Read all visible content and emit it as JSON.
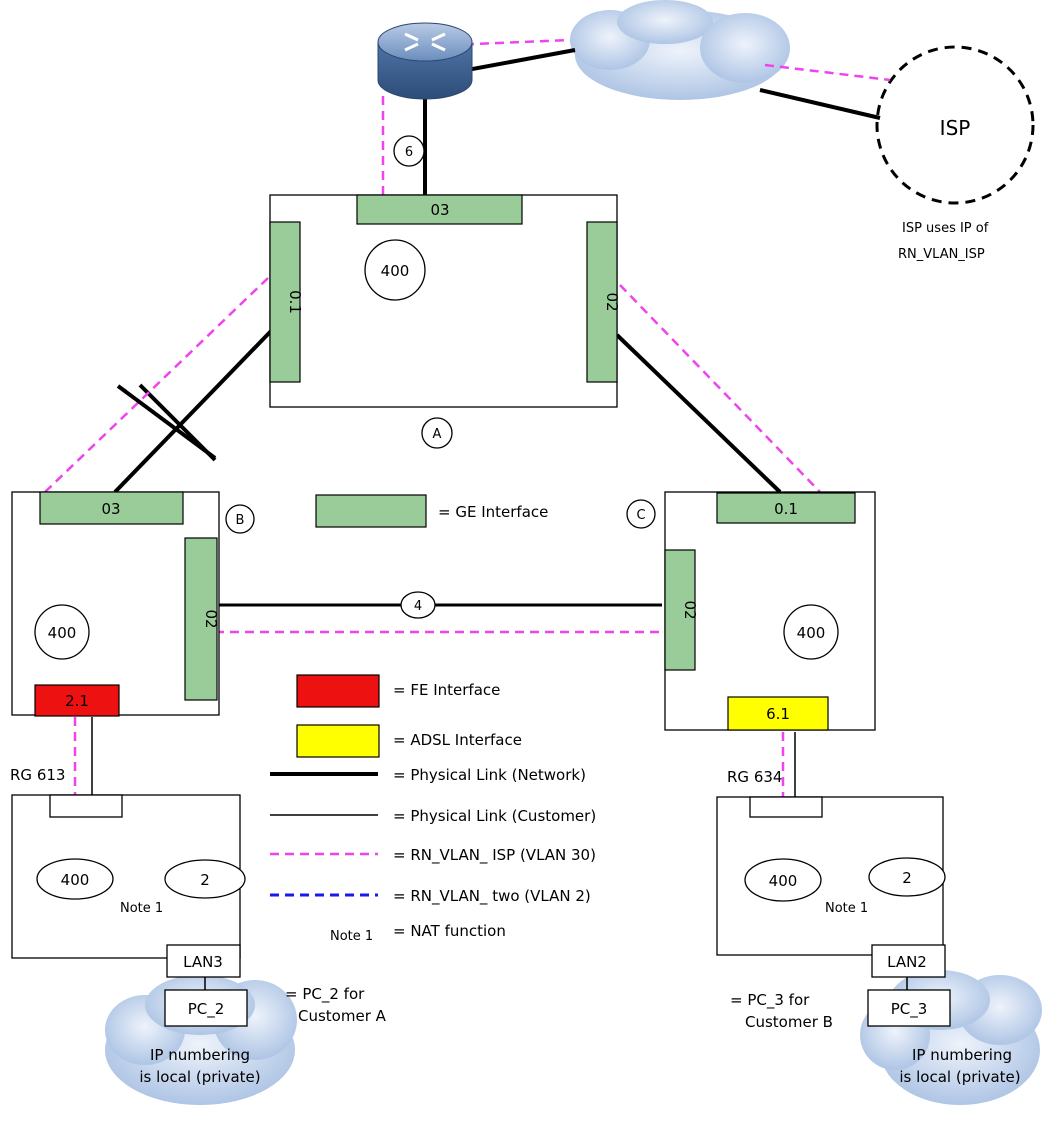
{
  "isp": {
    "label": "ISP",
    "note_line1": "ISP uses IP of",
    "note_line2": "RN_VLAN_ISP"
  },
  "node_a": {
    "label": "A",
    "ports": {
      "top": "03",
      "left": "0.1",
      "right": "02"
    },
    "vlan": "400",
    "uplink_id": "6"
  },
  "node_b": {
    "label": "B",
    "ports": {
      "top": "03",
      "right": "02",
      "fe": "2.1"
    },
    "vlan": "400"
  },
  "node_c": {
    "label": "C",
    "ports": {
      "top": "0.1",
      "left": "02",
      "adsl": "6.1"
    },
    "vlan": "400"
  },
  "link_b_c_id": "4",
  "rg_left": {
    "label": "RG 613",
    "vlan_isp": "400",
    "vlan_two": "2",
    "note": "Note 1",
    "lan": "LAN3",
    "pc": "PC_2",
    "pc_note_line1": "= PC_2 for",
    "pc_note_line2": "Customer A",
    "cloud_line1": "IP numbering",
    "cloud_line2": "is local (private)"
  },
  "rg_right": {
    "label": "RG 634",
    "vlan_isp": "400",
    "vlan_two": "2",
    "note": "Note 1",
    "lan": "LAN2",
    "pc": "PC_3",
    "pc_note_line1": "= PC_3 for",
    "pc_note_line2": "Customer B",
    "cloud_line1": "IP numbering",
    "cloud_line2": "is local (private)"
  },
  "legend": {
    "ge": "= GE Interface",
    "fe": "= FE Interface",
    "adsl": "= ADSL Interface",
    "phys_net": "= Physical Link  (Network)",
    "phys_cust": "= Physical Link  (Customer)",
    "vlan_isp": "= RN_VLAN_ ISP (VLAN 30)",
    "vlan_two": "= RN_VLAN_ two (VLAN 2)",
    "note_key": "Note 1",
    "note_value": "= NAT function"
  },
  "colors": {
    "ge": "#99cc99",
    "fe": "#ee1111",
    "adsl": "#ffff00",
    "vlan_isp": "#ee44ee",
    "vlan_two": "#1a1ae6",
    "cloud": "#bcd0ea",
    "router": "#5a7fae"
  }
}
